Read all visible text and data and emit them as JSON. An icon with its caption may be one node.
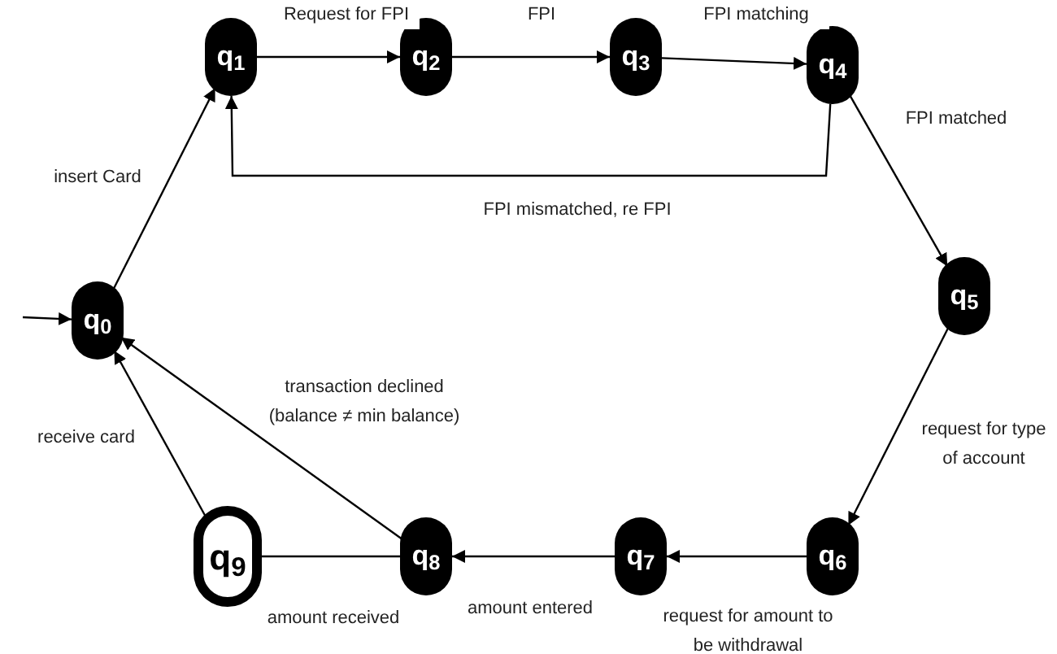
{
  "diagram": {
    "nodes": [
      {
        "text": [
          "q$_{0}$"
        ]
      },
      {
        "text": [
          "q$_{1}$"
        ]
      },
      {
        "text": [
          "q$_{2}$"
        ]
      },
      {
        "text": [
          "q$_{3}$"
        ]
      },
      {
        "text": [
          "q$_{4}$"
        ]
      },
      {
        "text": [
          "q$_{5}$"
        ]
      },
      {
        "text": [
          "q$_{6}$"
        ]
      },
      {
        "text": [
          "q$_{7}$"
        ]
      },
      {
        "text": [
          "q$_{8}$"
        ]
      },
      {
        "text": [
          "q$_{9}$"
        ]
      }
    ],
    "edges": [
      {
        "from": null,
        "to": 0,
        "arrow": "to"
      },
      {
        "from": 0,
        "to": 1,
        "arrow": "to",
        "label": "insert Card"
      },
      {
        "from": 1,
        "to": 2,
        "arrow": "to",
        "label": "Request for FPI"
      },
      {
        "from": 2,
        "to": 3,
        "arrow": "to",
        "label": "FPI"
      },
      {
        "from": 3,
        "to": 4,
        "arrow": "to",
        "label": "FPI matching"
      },
      {
        "from": 4,
        "to": 1,
        "arrow": "to",
        "label": "FPI mismatched, re FPI"
      },
      {
        "from": 4,
        "to": 5,
        "arrow": "to",
        "label": "FPI matched"
      },
      {
        "from": 5,
        "to": 6,
        "arrow": "to",
        "label": "request for type of account"
      },
      {
        "from": 6,
        "to": 7,
        "arrow": "to",
        "label": "request for amount to be withdrawal"
      },
      {
        "from": 7,
        "to": 8,
        "arrow": "to",
        "label": "amount entered"
      },
      {
        "from": 8,
        "to": 9,
        "arrow": "none",
        "label": "amount received"
      },
      {
        "from": 9,
        "to": 0,
        "arrow": "to",
        "label": "receive card"
      },
      {
        "from": 8,
        "to": 0,
        "arrow": "to",
        "label": "transaction declined (balance ≠ min balance)"
      }
    ]
  }
}
